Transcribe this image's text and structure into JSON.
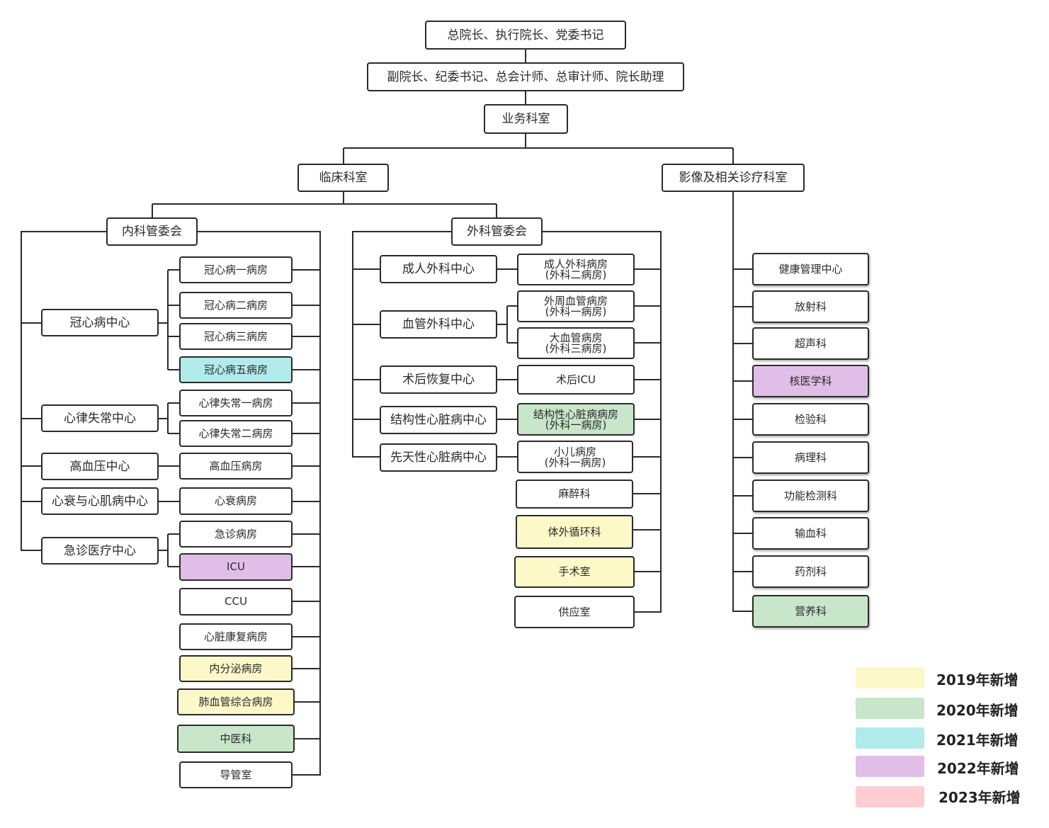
{
  "top": {
    "leadership": "总院长、执行院长、党委书记",
    "deputies": "副院长、纪委书记、总会计师、总审计师、院长助理",
    "business": "业务科室",
    "clinical": "临床科室",
    "imaging": "影像及相关诊疗科室"
  },
  "internal": {
    "committee": "内科管委会",
    "centers": {
      "coronary": "冠心病中心",
      "arrhythmia": "心律失常中心",
      "hypertension": "高血压中心",
      "heart_failure": "心衰与心肌病中心",
      "emergency": "急诊医疗中心"
    },
    "wards": {
      "chd1": "冠心病一病房",
      "chd2": "冠心病二病房",
      "chd3": "冠心病三病房",
      "chd5": "冠心病五病房",
      "arr1": "心律失常一病房",
      "arr2": "心律失常二病房",
      "htn": "高血压病房",
      "hf": "心衰病房",
      "er": "急诊病房",
      "icu": "ICU",
      "ccu": "CCU",
      "rehab": "心脏康复病房",
      "endo": "内分泌病房",
      "pulm": "肺血管综合病房",
      "tcm": "中医科",
      "cath": "导管室"
    }
  },
  "surgical": {
    "committee": "外科管委会",
    "centers": {
      "adult": "成人外科中心",
      "vascular": "血管外科中心",
      "recovery": "术后恢复中心",
      "structural": "结构性心脏病中心",
      "congenital": "先天性心脏病中心"
    },
    "wards": {
      "adult_ward": [
        "成人外科病房",
        "(外科二病房)"
      ],
      "peri_vasc": [
        "外周血管病房",
        "(外科一病房)"
      ],
      "great_vessel": [
        "大血管病房",
        "(外科三病房)"
      ],
      "post_icu": "术后ICU",
      "struct_ward": [
        "结构性心脏病病房",
        "(外科一病房)"
      ],
      "peds": [
        "小儿病房",
        "(外科一病房)"
      ],
      "anesthesia": "麻醉科",
      "ecc": "体外循环科",
      "or": "手术室",
      "supply": "供应室"
    }
  },
  "imaging_depts": {
    "health": "健康管理中心",
    "radiology": "放射科",
    "ultrasound": "超声科",
    "nuclear": "核医学科",
    "lab": "检验科",
    "pathology": "病理科",
    "function": "功能检测科",
    "transfusion": "输血科",
    "pharmacy": "药剂科",
    "nutrition": "营养科"
  },
  "legend": [
    {
      "label": "2019年新增",
      "color": "#fdf8c8"
    },
    {
      "label": "2020年新增",
      "color": "#c8e6c9"
    },
    {
      "label": "2021年新增",
      "color": "#b2ebeb"
    },
    {
      "label": "2022年新增",
      "color": "#e1bee7"
    },
    {
      "label": "2023年新增",
      "color": "#ffcdd2"
    }
  ]
}
